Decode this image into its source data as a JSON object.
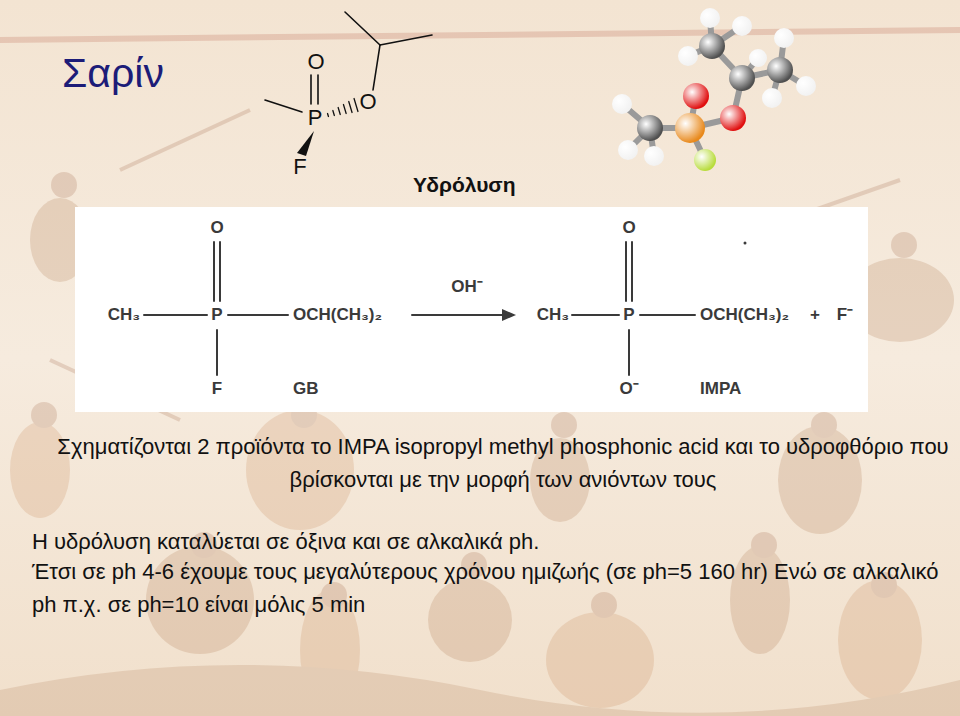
{
  "diagram": {
    "title": "Σαρίν",
    "labels": [
      "O",
      "P",
      "O",
      "F",
      "Υδρόλυση",
      "O",
      "CH₃",
      "P",
      "OCH(CH₃)₂",
      "F",
      "GB",
      "OH⁻",
      "O",
      "CH₃",
      "P",
      "OCH(CH₃)₂",
      "+",
      "F⁻",
      "O⁻",
      "IMPA",
      "Σχηματίζονται 2 προϊόντα το IMPA isopropyl methyl phosphonic acid και το υδροφθόριο που βρίσκονται με την μορφή των ανιόντων τους",
      "Η υδρόλυση καταλύεται σε όξινα και σε αλκαλικά ph.",
      "Έτσι σε ph 4-6 έχουμε τους μεγαλύτερους χρόνου ημιζωής (σε ph=5 160 hr) Ενώ σε αλκαλικό ph π.χ. σε ph=10 είναι μόλις 5 min"
    ]
  }
}
